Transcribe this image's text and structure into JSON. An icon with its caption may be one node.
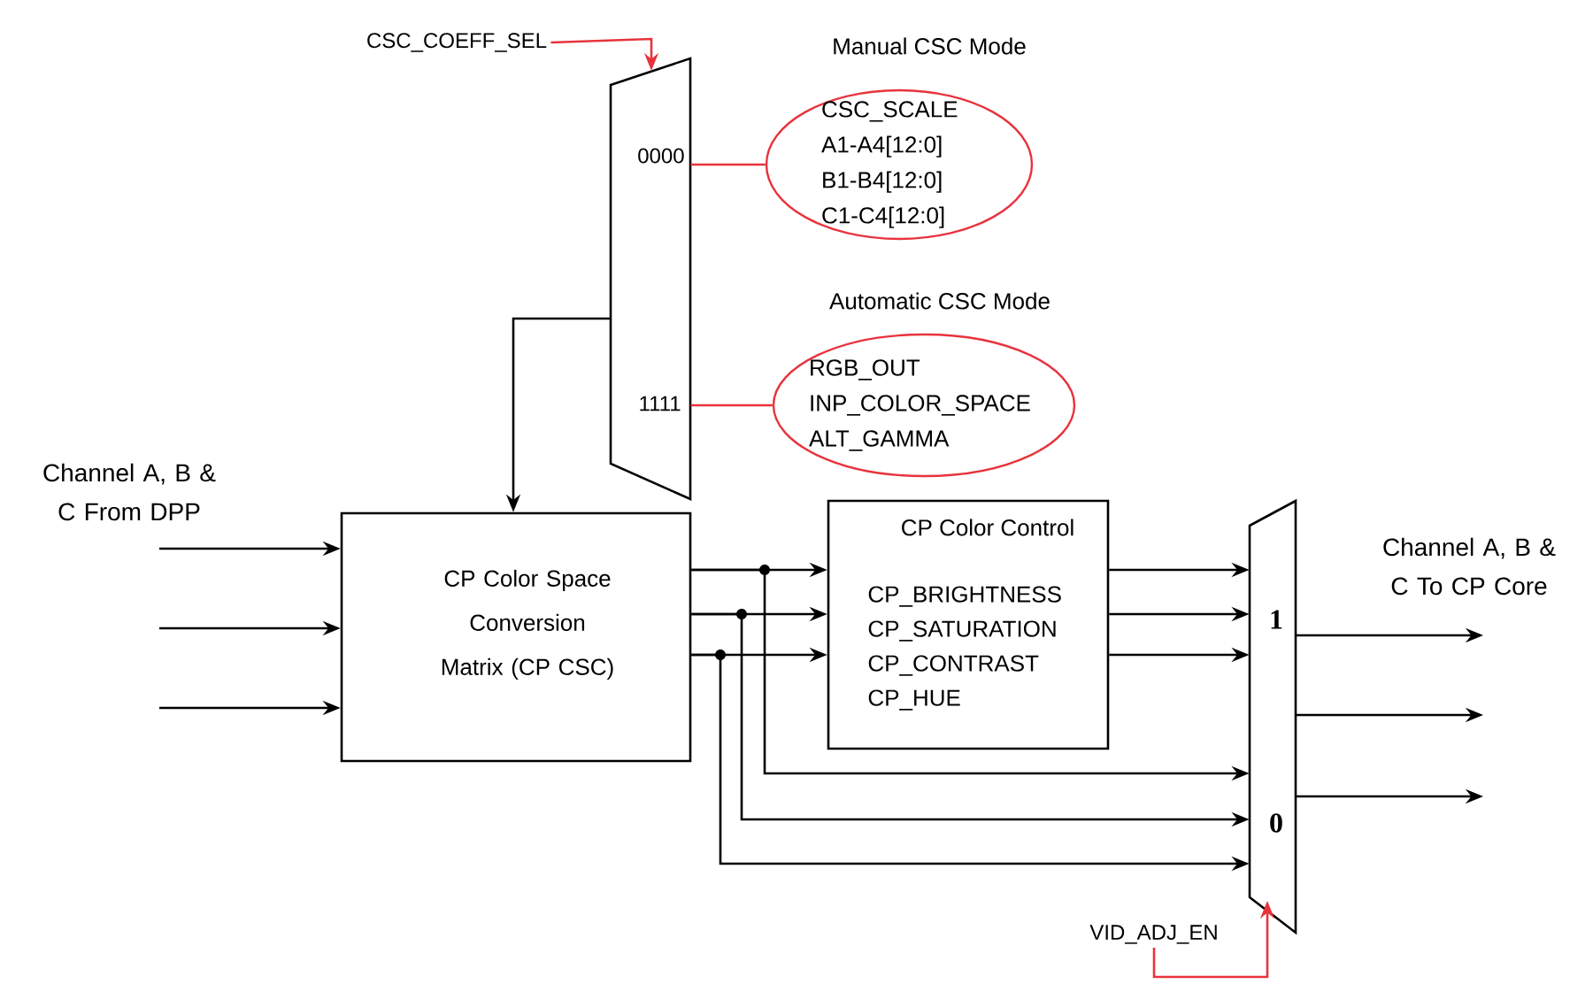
{
  "diagram": {
    "nodes": [
      {
        "text": [
          "0000",
          "1111"
        ]
      },
      {
        "text": [
          "Manual CSC Mode",
          "CSC_SCALE A1-A4[12:0] B1-B4[12:0] C1-C4[12:0]"
        ]
      },
      {
        "text": [
          "Automatic CSC Mode",
          "RGB_OUT INP_COLOR_SPACE ALT_GAMMA"
        ]
      },
      {
        "text": [
          "CP Color Space Conversion Matrix (CP CSC)"
        ]
      },
      {
        "text": [
          "CP Color Control",
          "CP_BRIGHTNESS CP_SATURATION CP_CONTRAST CP_HUE"
        ]
      },
      {
        "text": [
          "1",
          "0"
        ]
      },
      {
        "text": [
          "CSC_COEFF_SEL"
        ]
      },
      {
        "text": [
          "VID_ADJ_EN"
        ]
      }
    ],
    "edges": [
      {
        "from": 6,
        "to": 0,
        "arrow": "to",
        "color": "#e8333d"
      },
      {
        "from": 1,
        "to": 0,
        "arrow": "none",
        "color": "#e8333d"
      },
      {
        "from": 2,
        "to": 0,
        "arrow": "none",
        "color": "#e8333d"
      },
      {
        "from": 0,
        "to": 3,
        "arrow": "to"
      },
      {
        "from": null,
        "to": 3,
        "arrow": "to"
      },
      {
        "from": null,
        "to": 3,
        "arrow": "to"
      },
      {
        "from": null,
        "to": 3,
        "arrow": "to"
      },
      {
        "from": 3,
        "to": 4,
        "arrow": "to"
      },
      {
        "from": 3,
        "to": 4,
        "arrow": "to"
      },
      {
        "from": 3,
        "to": 4,
        "arrow": "to"
      },
      {
        "from": 3,
        "to": 5,
        "arrow": "to"
      },
      {
        "from": 3,
        "to": 5,
        "arrow": "to"
      },
      {
        "from": 3,
        "to": 5,
        "arrow": "to"
      },
      {
        "from": 4,
        "to": 5,
        "arrow": "to"
      },
      {
        "from": 4,
        "to": 5,
        "arrow": "to"
      },
      {
        "from": 4,
        "to": 5,
        "arrow": "to"
      },
      {
        "from": 7,
        "to": 5,
        "arrow": "to",
        "color": "#e8333d"
      },
      {
        "from": 5,
        "to": null,
        "arrow": "to"
      },
      {
        "from": 5,
        "to": null,
        "arrow": "to"
      },
      {
        "from": 5,
        "to": null,
        "arrow": "to"
      }
    ],
    "labels": [
      "Channel A, B & C From DPP",
      "Channel A, B & C To CP Core"
    ]
  }
}
